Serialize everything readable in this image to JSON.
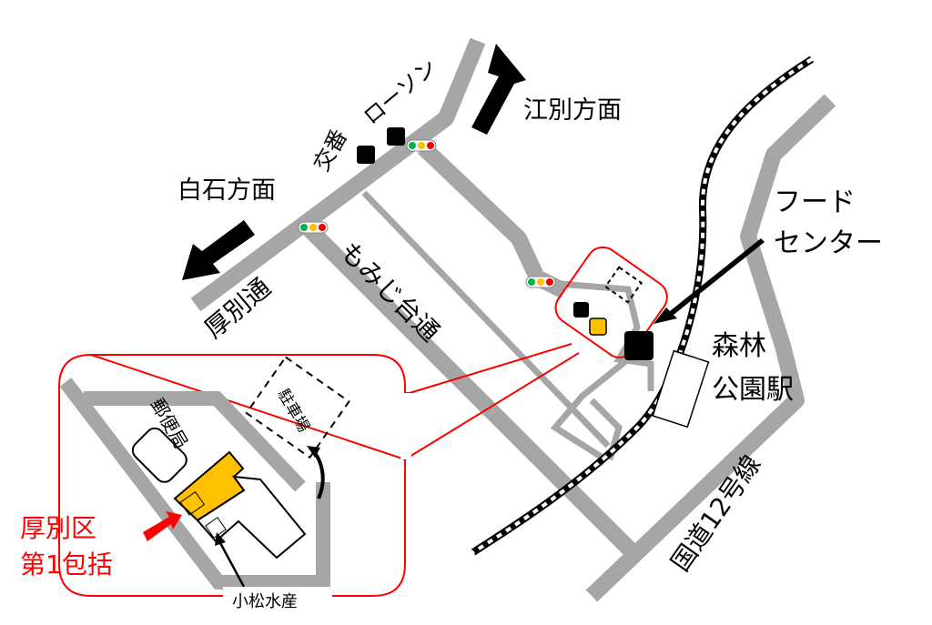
{
  "labels": {
    "koban": "交番",
    "lawson": "ローソン",
    "ebetsu": "江別方面",
    "shiroishi": "白石方面",
    "atsubetsu_dori": "厚別通",
    "momijidai_dori": "もみじ台通",
    "food_center_1": "フード",
    "food_center_2": "センター",
    "station_1": "森林",
    "station_2": "公園駅",
    "route12": "国道12号線",
    "post_office": "郵便局",
    "parking": "駐車場",
    "target_1": "厚別区",
    "target_2": "第1包括",
    "komatsu": "小松水産"
  },
  "colors": {
    "road": "#a6a6a6",
    "highlight": "#ffc000",
    "accent": "#ff0000"
  }
}
